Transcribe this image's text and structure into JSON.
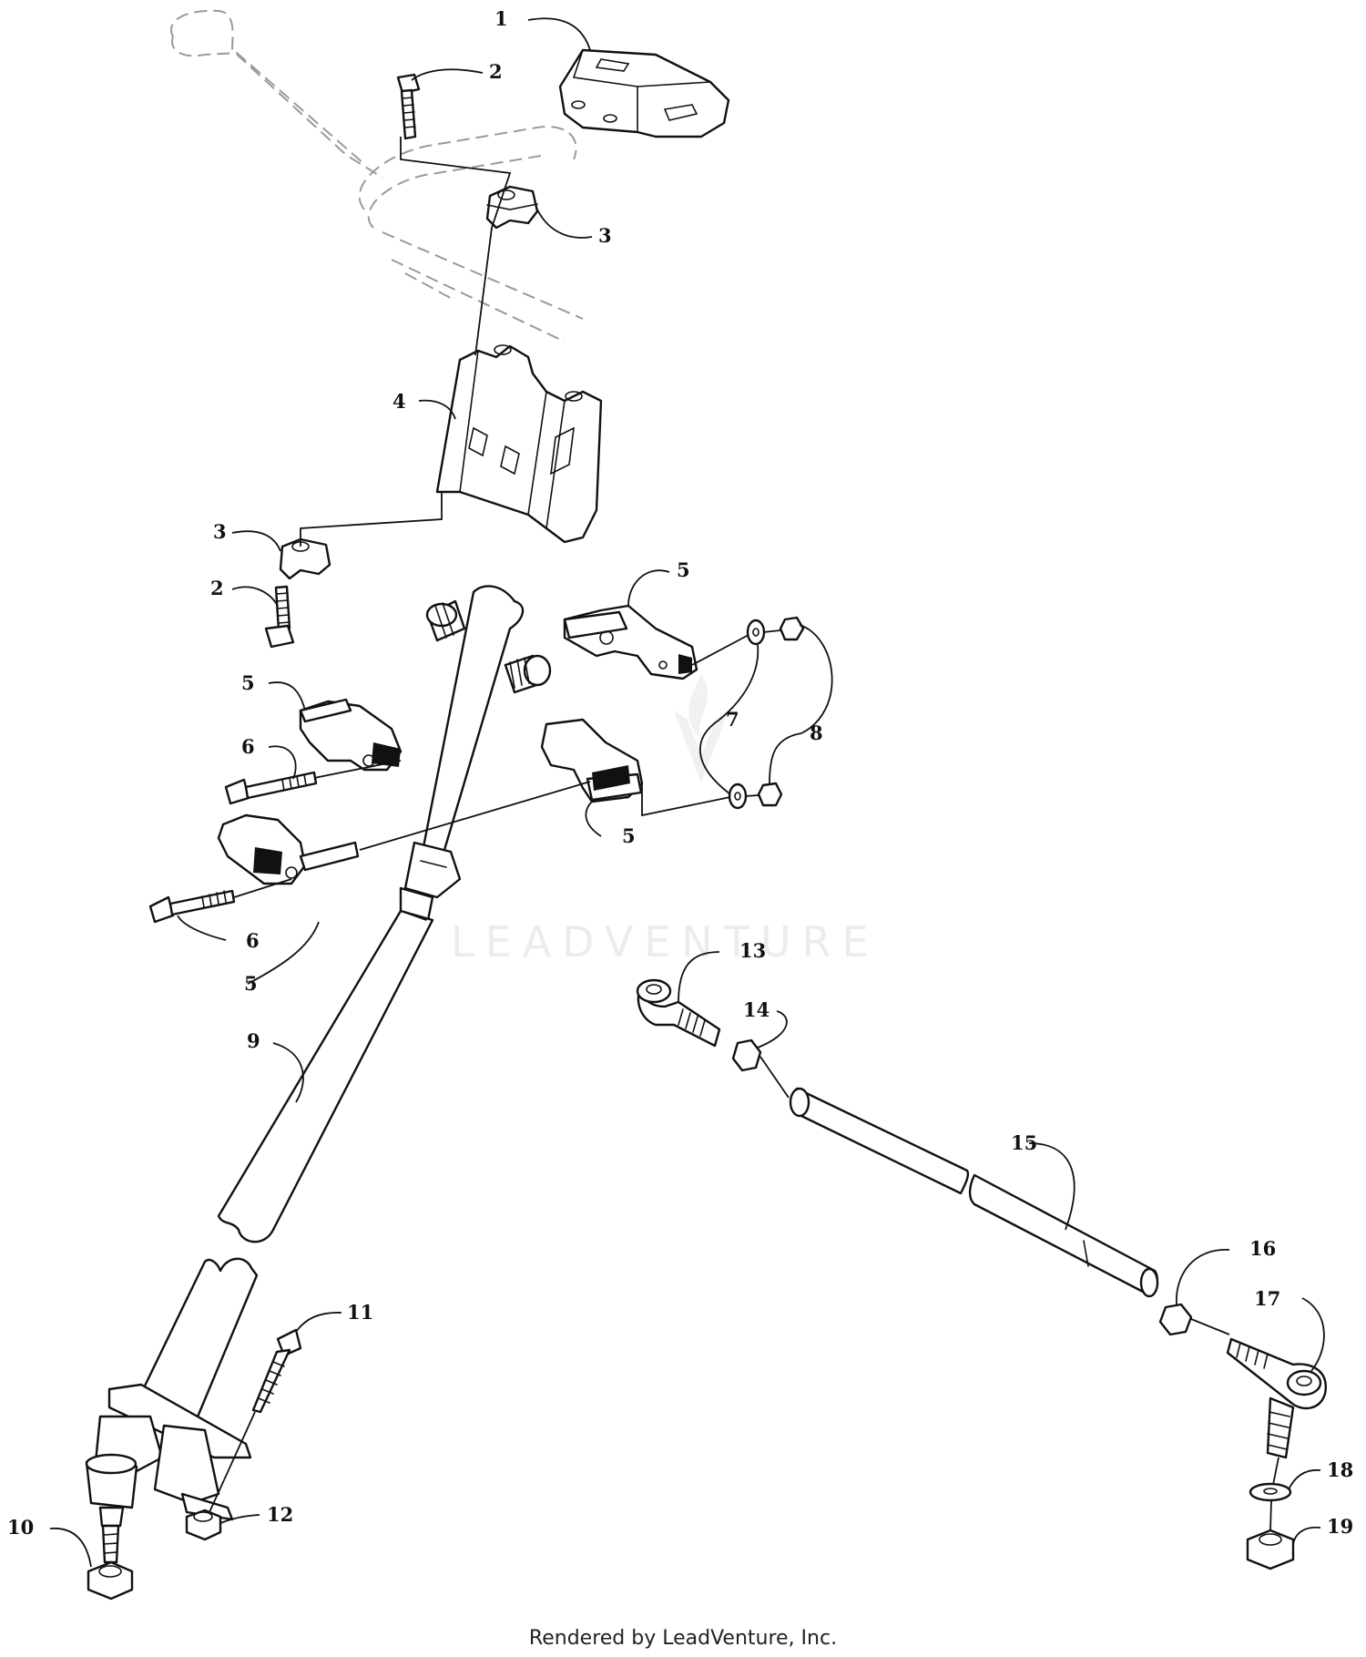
{
  "diagram": {
    "callouts": [
      {
        "id": "c1",
        "label": "1"
      },
      {
        "id": "c2a",
        "label": "2"
      },
      {
        "id": "c3a",
        "label": "3"
      },
      {
        "id": "c4",
        "label": "4"
      },
      {
        "id": "c3b",
        "label": "3"
      },
      {
        "id": "c2b",
        "label": "2"
      },
      {
        "id": "c5a",
        "label": "5"
      },
      {
        "id": "c5b",
        "label": "5"
      },
      {
        "id": "c6a",
        "label": "6"
      },
      {
        "id": "c7",
        "label": "7"
      },
      {
        "id": "c8",
        "label": "8"
      },
      {
        "id": "c5c",
        "label": "5"
      },
      {
        "id": "c6b",
        "label": "6"
      },
      {
        "id": "c5d",
        "label": "5"
      },
      {
        "id": "c9",
        "label": "9"
      },
      {
        "id": "c13",
        "label": "13"
      },
      {
        "id": "c14",
        "label": "14"
      },
      {
        "id": "c15",
        "label": "15"
      },
      {
        "id": "c16",
        "label": "16"
      },
      {
        "id": "c17",
        "label": "17"
      },
      {
        "id": "c11",
        "label": "11"
      },
      {
        "id": "c18",
        "label": "18"
      },
      {
        "id": "c10",
        "label": "10"
      },
      {
        "id": "c12",
        "label": "12"
      },
      {
        "id": "c19",
        "label": "19"
      }
    ],
    "watermark": "LEADVENTURE",
    "footer": "Rendered by LeadVenture, Inc."
  }
}
